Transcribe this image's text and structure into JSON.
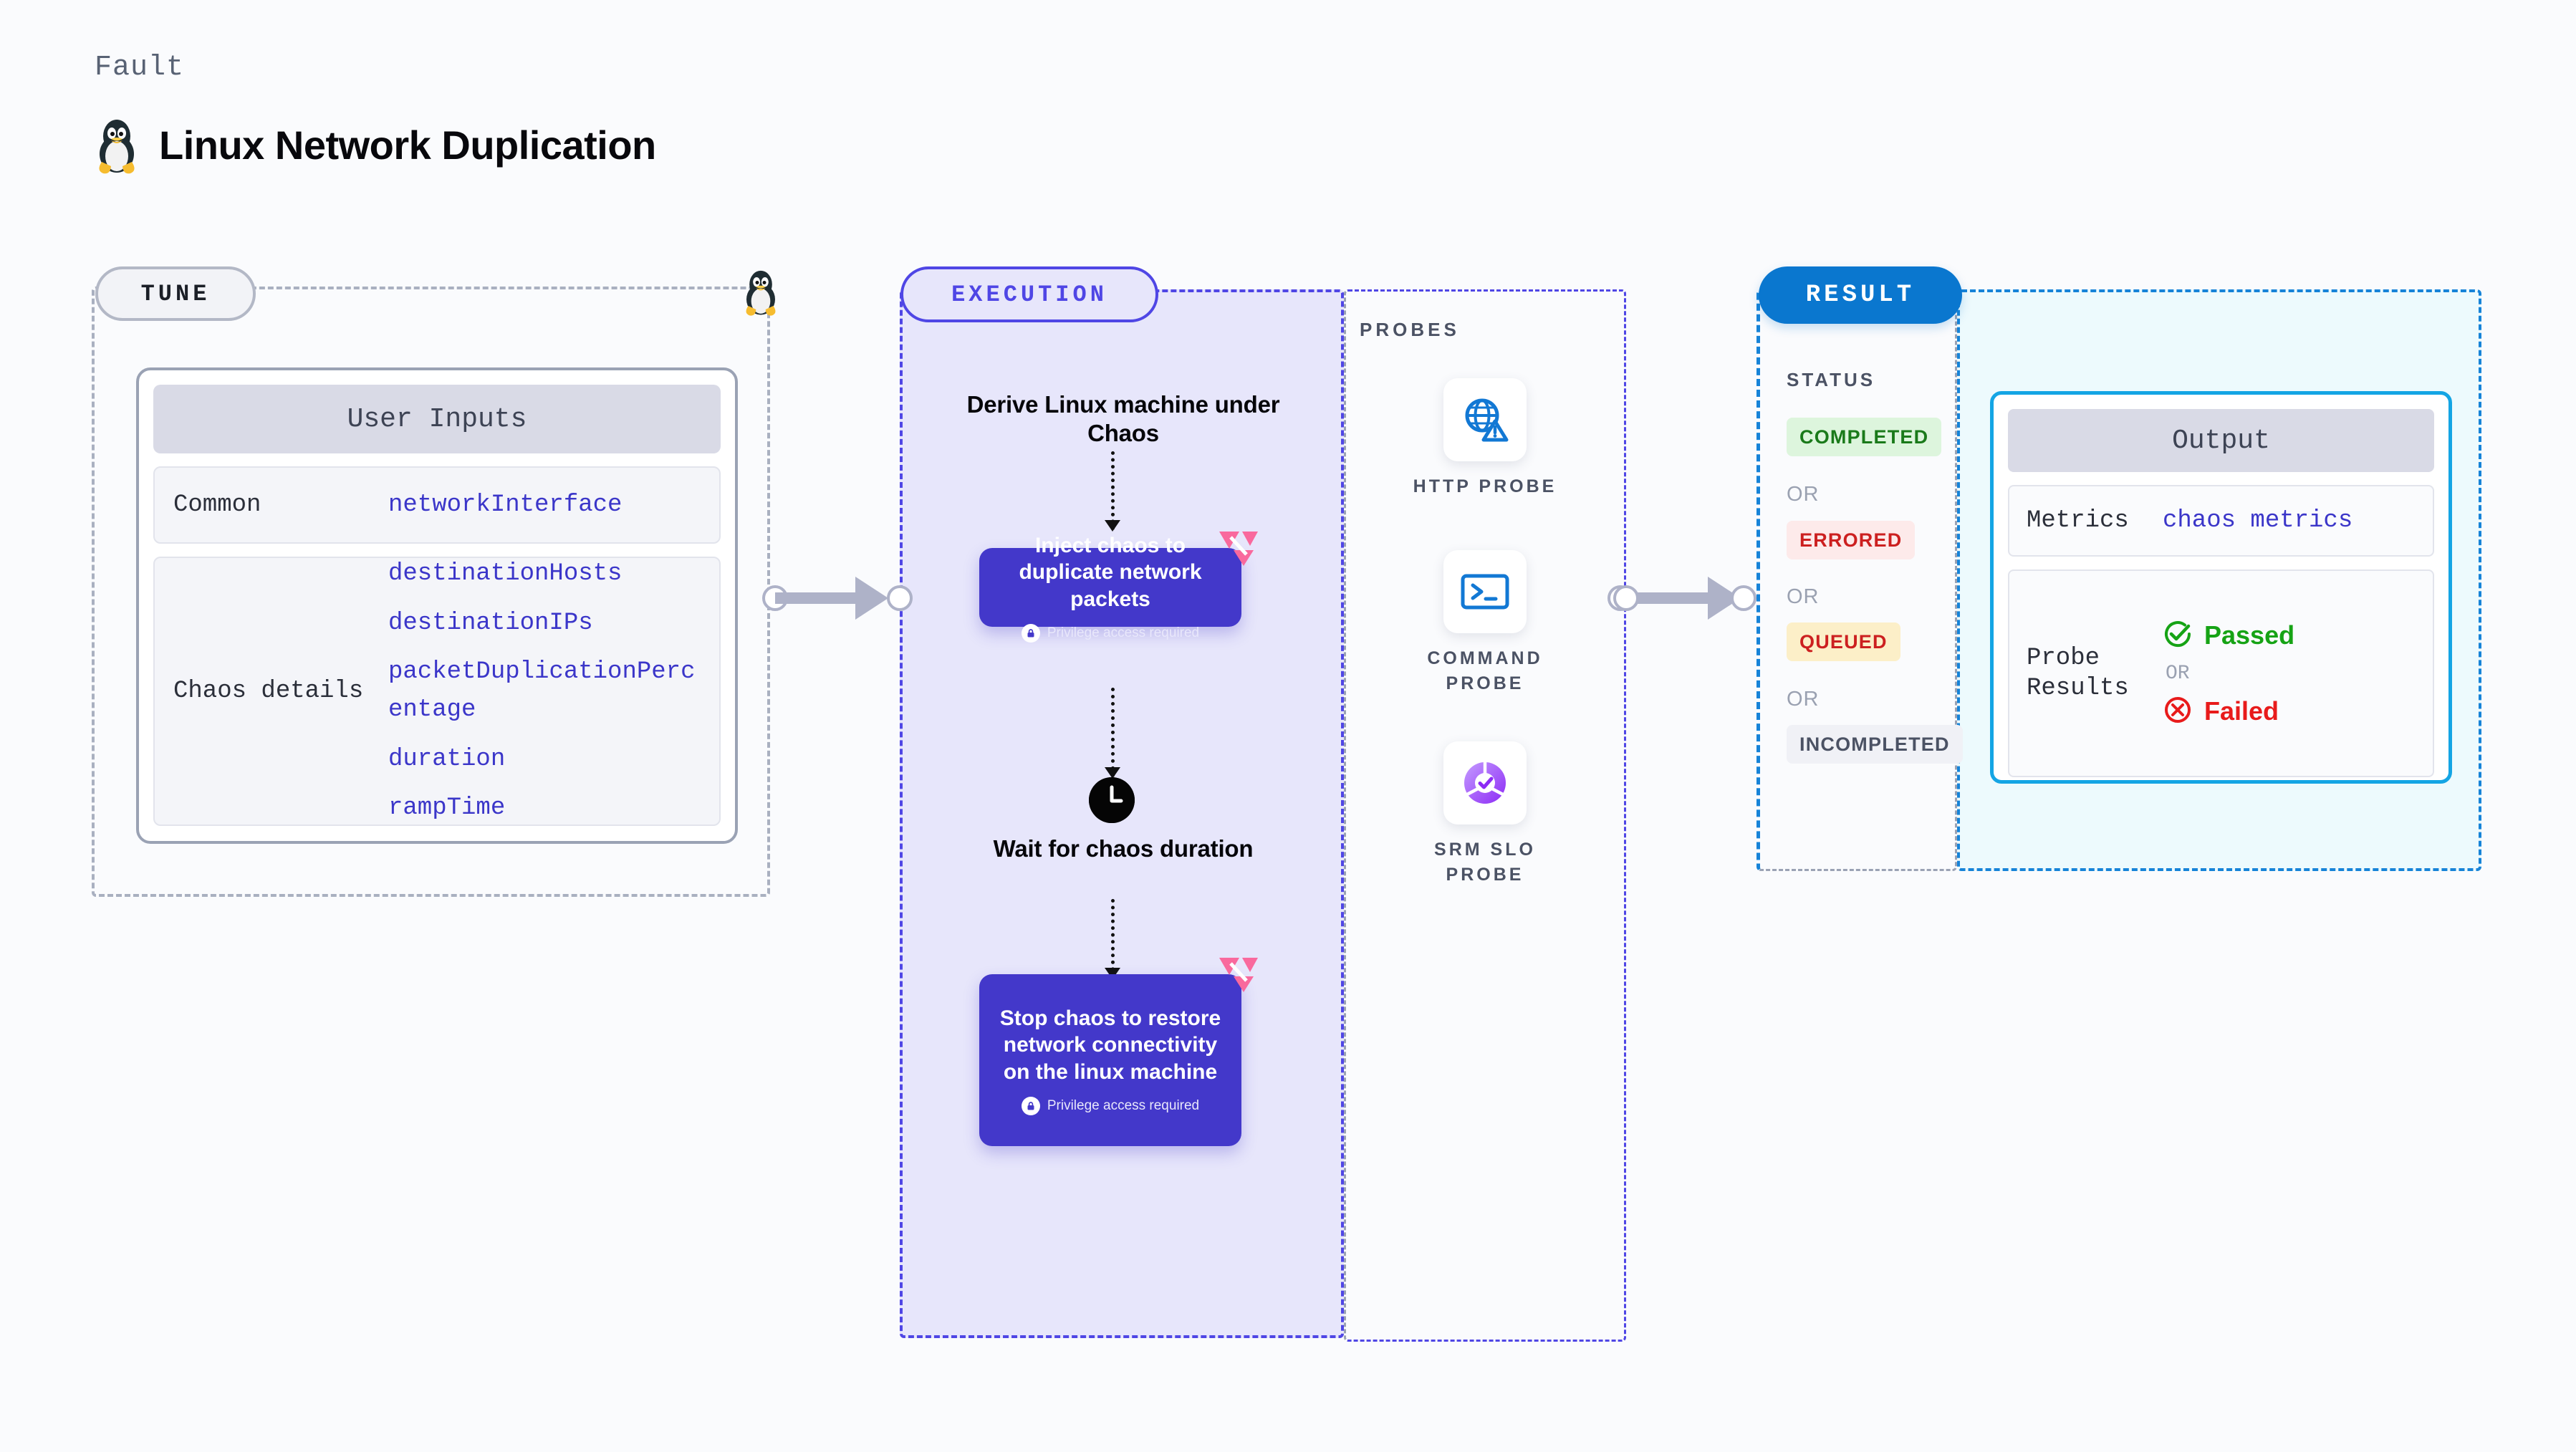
{
  "header": {
    "kicker": "Fault",
    "title": "Linux Network Duplication",
    "icon": "linux-penguin-icon"
  },
  "stages": {
    "tune": {
      "pill_label": "TUNE",
      "card": {
        "header": "User Inputs",
        "rows": [
          {
            "key": "Common",
            "values": [
              "networkInterface"
            ]
          },
          {
            "key": "Chaos details",
            "values": [
              "destinationHosts",
              "destinationIPs",
              "packetDuplicationPercentage",
              "duration",
              "rampTime"
            ]
          }
        ]
      }
    },
    "execution": {
      "pill_label": "EXECUTION",
      "steps": [
        {
          "type": "title",
          "text": "Derive Linux machine under Chaos"
        },
        {
          "type": "chaos-card",
          "text": "Inject chaos to duplicate network packets",
          "privilege_note": "Privilege access required",
          "badge": "harness-mark-icon"
        },
        {
          "type": "title",
          "text": "Wait for chaos duration",
          "icon": "clock-icon"
        },
        {
          "type": "chaos-card",
          "text": "Stop chaos to restore network connectivity on the linux machine",
          "privilege_note": "Privilege access required",
          "badge": "harness-mark-icon"
        }
      ]
    },
    "probes": {
      "label": "PROBES",
      "items": [
        {
          "label": "HTTP PROBE",
          "icon": "globe-warning-icon"
        },
        {
          "label": "COMMAND PROBE",
          "icon": "terminal-prompt-icon"
        },
        {
          "label": "SRM SLO PROBE",
          "icon": "slo-check-donut-icon"
        }
      ]
    },
    "result": {
      "pill_label": "RESULT",
      "status_label": "STATUS",
      "or_label": "OR",
      "statuses": [
        {
          "label": "COMPLETED",
          "bg": "#ddf5dd",
          "fg": "#1a7a1a"
        },
        {
          "label": "ERRORED",
          "bg": "#fdeaea",
          "fg": "#cc2020"
        },
        {
          "label": "QUEUED",
          "bg": "#fcefc8",
          "fg": "#cc2020"
        },
        {
          "label": "INCOMPLETED",
          "bg": "#f0f1f6",
          "fg": "#4b5264"
        }
      ],
      "output": {
        "header": "Output",
        "metrics_key": "Metrics",
        "metrics_value": "chaos metrics",
        "probe_results_key": "Probe Results",
        "passed_label": "Passed",
        "failed_label": "Failed",
        "or_label": "OR"
      }
    }
  },
  "colors": {
    "execution_accent": "#4f46e5",
    "execution_fill": "#e7e6fb",
    "chaos_card": "#4338ca",
    "result_accent": "#1683d8",
    "output_fill": "#edfafd",
    "output_border": "#14a5e4",
    "tune_border": "#a9b0c0",
    "harness_pink": "#f9699d",
    "connector_grey": "#aeb2c8"
  }
}
